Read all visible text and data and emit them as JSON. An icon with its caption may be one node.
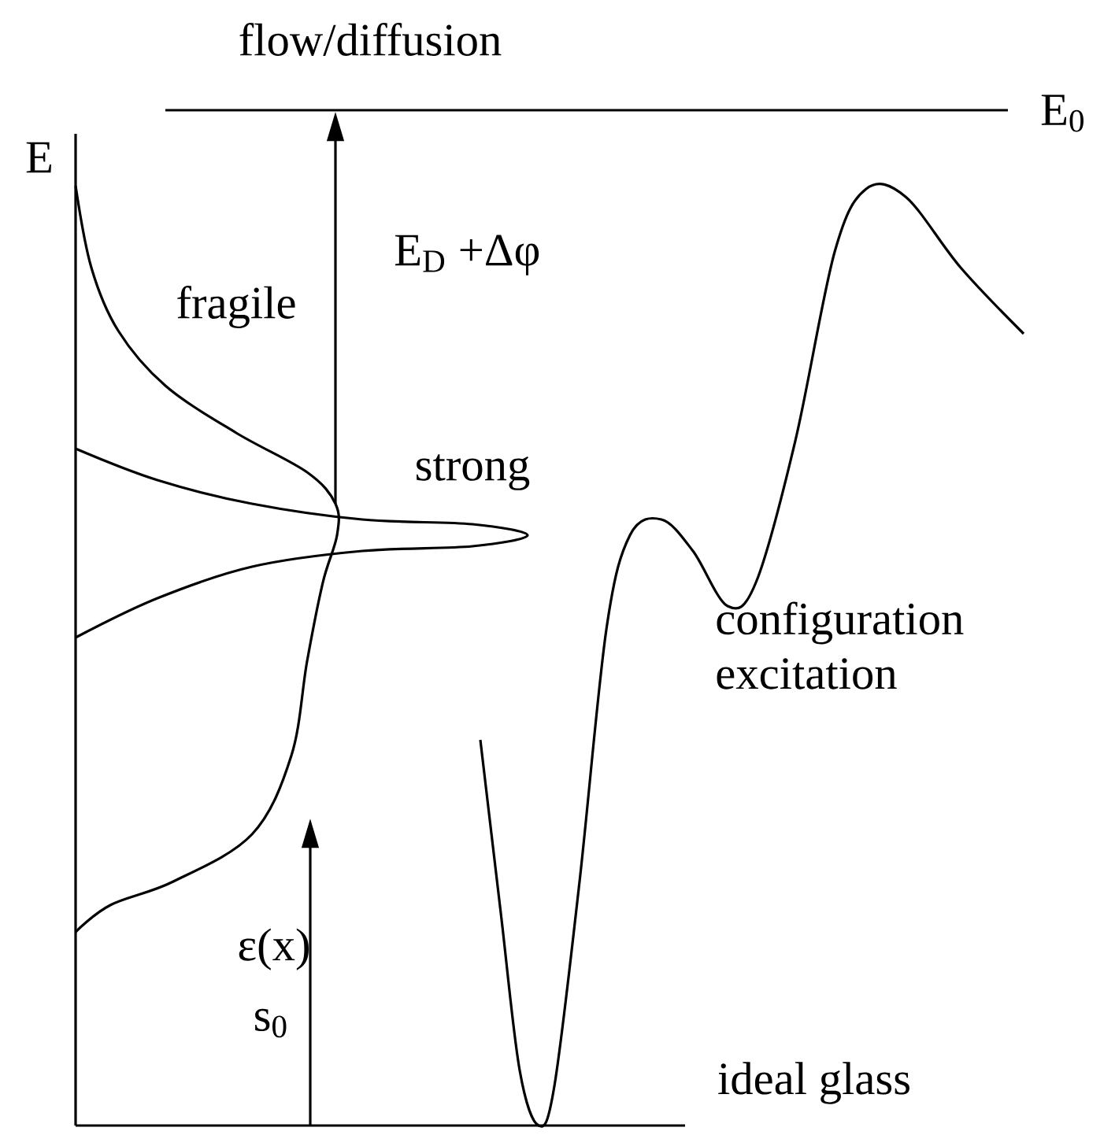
{
  "diagram": {
    "labels": [
      "flow/diffusion",
      "E",
      "E$_{0}$",
      "E$_{D}$ +Δφ",
      "fragile",
      "strong",
      "configuration excitation",
      "ε(x)",
      "s$_{0}$",
      "ideal glass"
    ]
  }
}
